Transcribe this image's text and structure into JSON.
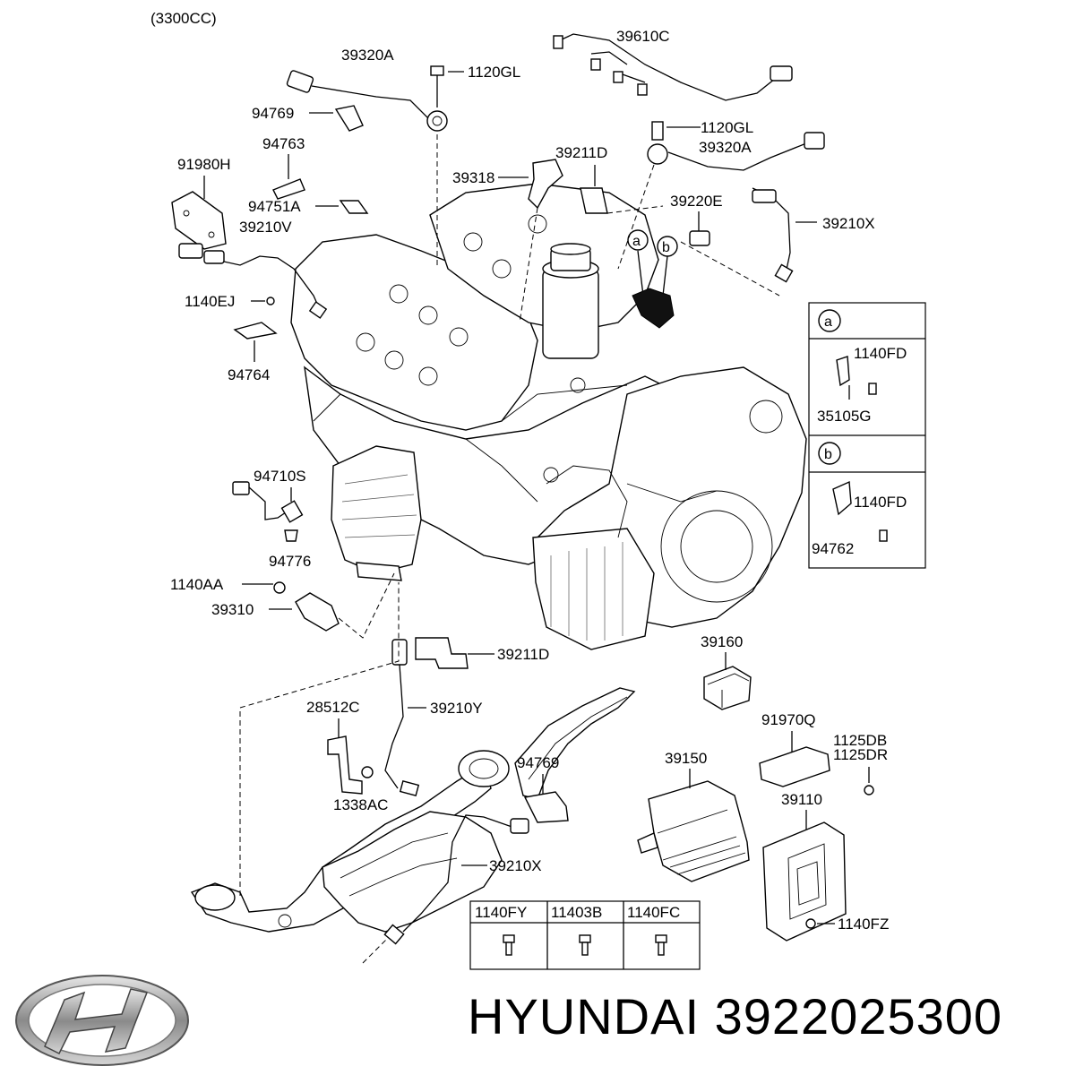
{
  "diagram": {
    "engine_spec": "(3300CC)",
    "parts": {
      "p39320A_top": "39320A",
      "p1120GL_top": "1120GL",
      "p39610C": "39610C",
      "p94769_top": "94769",
      "p94763": "94763",
      "p91980H": "91980H",
      "p94751A": "94751A",
      "p39318": "39318",
      "p39211D_top": "39211D",
      "p1120GL_mid": "1120GL",
      "p39320A_mid": "39320A",
      "p39220E": "39220E",
      "p39210X_top": "39210X",
      "p39210V": "39210V",
      "p1140EJ": "1140EJ",
      "p94764": "94764",
      "p94710S": "94710S",
      "p94776": "94776",
      "p1140AA": "1140AA",
      "p39310": "39310",
      "p39211D_low": "39211D",
      "p39160": "39160",
      "p28512C": "28512C",
      "p39210Y": "39210Y",
      "p1338AC": "1338AC",
      "p94769_low": "94769",
      "p39150": "39150",
      "p91970Q": "91970Q",
      "p1125DB": "1125DB",
      "p1125DR": "1125DR",
      "p39110": "39110",
      "p39210X_low": "39210X",
      "p1140FZ": "1140FZ"
    },
    "callout_a": "a",
    "callout_b": "b",
    "detail_a": {
      "key": "a",
      "bolt": "1140FD",
      "bracket": "35105G"
    },
    "detail_b": {
      "key": "b",
      "bolt": "1140FD",
      "bracket": "94762"
    },
    "bolt_table": [
      "1140FY",
      "11403B",
      "1140FC"
    ]
  },
  "brand": {
    "name": "HYUNDAI",
    "part_number": "3922025300",
    "logo_icon": "hyundai-logo-icon"
  }
}
